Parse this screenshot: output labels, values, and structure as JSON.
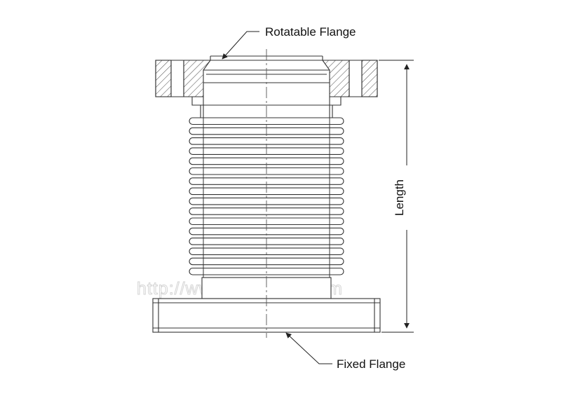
{
  "diagram": {
    "labels": {
      "rotatable_flange": "Rotatable Flange",
      "fixed_flange": "Fixed Flange",
      "length": "Length"
    },
    "watermark": "http://www.haoyi-cn.com",
    "colors": {
      "line": "#333333",
      "text": "#111111",
      "watermark": "#d4d4d4",
      "background": "#ffffff"
    }
  }
}
